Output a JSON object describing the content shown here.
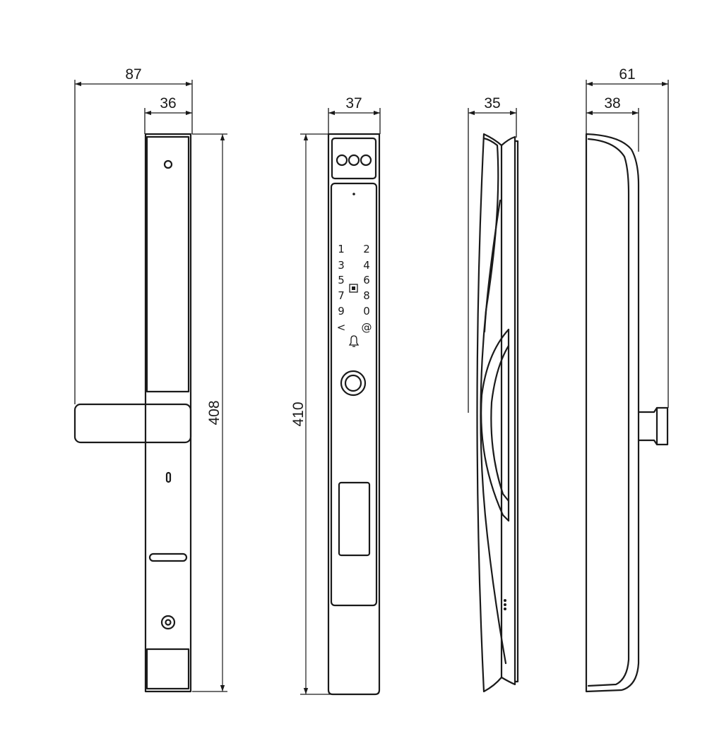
{
  "dimensions": {
    "front_total_width": "87",
    "front_plate_width": "36",
    "front_height": "408",
    "keypad_width": "37",
    "keypad_height": "410",
    "side_depth": "35",
    "back_total_width": "61",
    "back_body_width": "38"
  },
  "keypad": {
    "keys": [
      "1",
      "2",
      "3",
      "4",
      "5",
      "6",
      "7",
      "8",
      "9",
      "0",
      "<",
      "@"
    ]
  },
  "icons": {
    "center_key": "square-key-icon",
    "bell": "bell-icon",
    "fingerprint": "fingerprint-sensor-icon"
  },
  "colors": {
    "line": "#1a1a1a",
    "background": "#ffffff"
  }
}
